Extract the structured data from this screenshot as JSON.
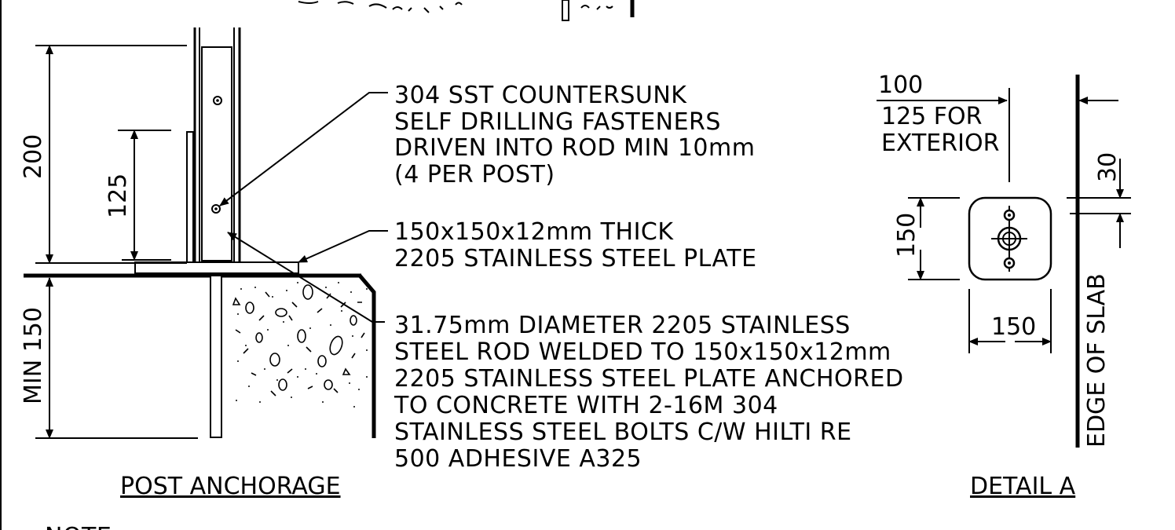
{
  "post_anchorage": {
    "title": "POST ANCHORAGE",
    "dim_200": "200",
    "dim_125": "125",
    "dim_min_150": "MIN 150",
    "note_fasteners": [
      "304 SST COUNTERSUNK",
      "SELF DRILLING FASTENERS",
      "DRIVEN INTO ROD MIN 10mm",
      "(4 PER POST)"
    ],
    "note_plate": [
      "150x150x12mm THICK",
      "2205 STAINLESS STEEL PLATE"
    ],
    "note_rod": [
      "31.75mm DIAMETER 2205 STAINLESS",
      "STEEL ROD WELDED TO 150x150x12mm",
      "2205 STAINLESS STEEL PLATE ANCHORED",
      "TO CONCRETE WITH 2-16M 304",
      "STAINLESS STEEL BOLTS C/W HILTI RE",
      "500 ADHESIVE A325"
    ]
  },
  "detail_a": {
    "title": "DETAIL A",
    "dim_100": "100",
    "dim_125_for": "125 FOR",
    "dim_exterior": "EXTERIOR",
    "dim_30": "30",
    "dim_150_vertical": "150",
    "dim_150_horizontal": "150",
    "edge_label": "EDGE OF SLAB"
  },
  "footer": {
    "note_heading": "NOTE"
  }
}
